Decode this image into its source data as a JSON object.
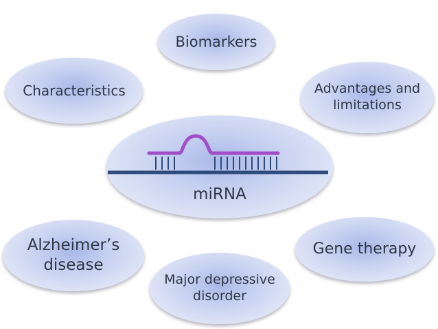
{
  "diagram": {
    "center": {
      "label": "miRNA"
    },
    "nodes": {
      "biomarkers": "Biomarkers",
      "characteristics": "Characteristics",
      "advantages_line1": "Advantages and",
      "advantages_line2": "limitations",
      "alzheimers_line1": "Alzheimer’s",
      "alzheimers_line2": "disease",
      "gene_therapy": "Gene therapy",
      "depressive_line1": "Major depressive",
      "depressive_line2": "disorder"
    },
    "colors": {
      "ellipse_fill": "#c6d0f0",
      "strand_target": "#2e4a7a",
      "strand_mirna": "#a04ec8",
      "text": "#2f3647"
    }
  }
}
